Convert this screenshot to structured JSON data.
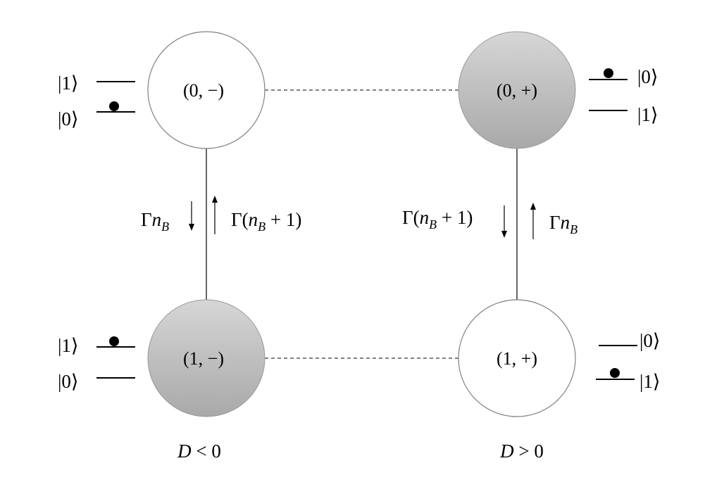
{
  "nodes": {
    "top_left": {
      "label": "(0, −)",
      "shaded": false
    },
    "top_right": {
      "label": "(0, +)",
      "shaded": true
    },
    "bottom_left": {
      "label": "(1, −)",
      "shaded": true
    },
    "bottom_right": {
      "label": "(1, +)",
      "shaded": false
    }
  },
  "levels": {
    "top_left": {
      "upper": "|1⟩",
      "lower": "|0⟩",
      "occupied": "|0⟩"
    },
    "bottom_left": {
      "upper": "|1⟩",
      "lower": "|0⟩",
      "occupied": "|1⟩"
    },
    "top_right": {
      "upper": "|0⟩",
      "lower": "|1⟩",
      "occupied": "|0⟩"
    },
    "bottom_right": {
      "upper": "|0⟩",
      "lower": "|1⟩",
      "occupied": "|1⟩"
    }
  },
  "rates": {
    "left_down": {
      "symbol": "Γ",
      "n": "n",
      "sub": "B",
      "tail": ""
    },
    "left_up": {
      "symbol": "Γ(",
      "n": "n",
      "sub": "B",
      "tail": " + 1)"
    },
    "right_down": {
      "symbol": "Γ(",
      "n": "n",
      "sub": "B",
      "tail": " + 1)"
    },
    "right_up": {
      "symbol": "Γ",
      "n": "n",
      "sub": "B",
      "tail": ""
    }
  },
  "regions": {
    "left": {
      "var": "D",
      "relation": " < 0"
    },
    "right": {
      "var": "D",
      "relation": " > 0"
    }
  },
  "colors": {
    "shaded_top": "#d6d6d6",
    "shaded_bottom": "#a9a9a9",
    "stroke": "#808080"
  }
}
